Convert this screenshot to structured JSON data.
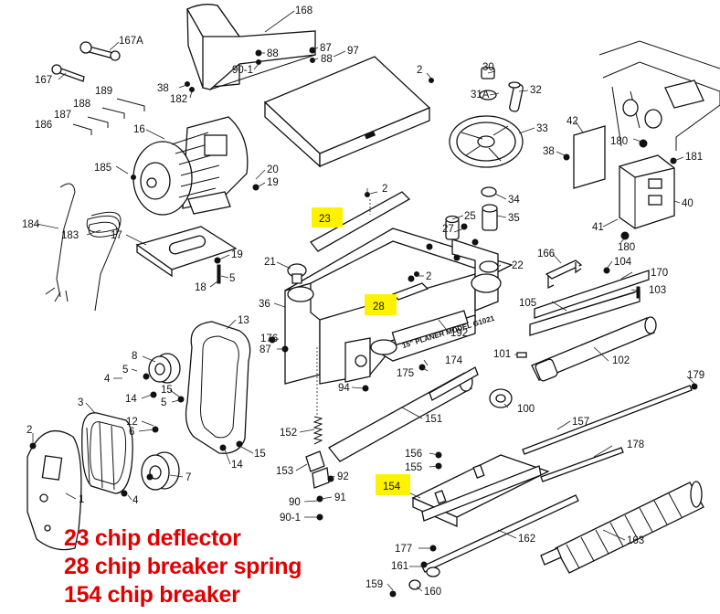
{
  "labels": {
    "p1": "1",
    "p2a": "2",
    "p2b": "2",
    "p2c": "2",
    "p2d": "2",
    "p3": "3",
    "p4a": "4",
    "p4b": "4",
    "p5a": "5",
    "p5b": "5",
    "p6": "6",
    "p7": "7",
    "p8": "8",
    "p12": "12",
    "p13": "13",
    "p14a": "14",
    "p14b": "14",
    "p15a": "15",
    "p15b": "15",
    "p16": "16",
    "p17": "17",
    "p18": "18",
    "p19a": "19",
    "p19b": "19",
    "p20": "20",
    "p21": "21",
    "p22": "22",
    "p23": "23",
    "p25": "25",
    "p27": "27",
    "p28": "28",
    "p30": "30",
    "p31a": "31A",
    "p32": "32",
    "p33": "33",
    "p34": "34",
    "p35": "35",
    "p36": "36",
    "p38a": "38",
    "p38b": "38",
    "p40": "40",
    "p41": "41",
    "p42": "42",
    "p87a": "87",
    "p87b": "87",
    "p88a": "88",
    "p88b": "88",
    "p90": "90",
    "p90_1a": "90-1",
    "p90_1b": "90-1",
    "p91": "91",
    "p92": "92",
    "p94": "94",
    "p97": "97",
    "p100": "100",
    "p101": "101",
    "p102": "102",
    "p103": "103",
    "p104": "104",
    "p105": "105",
    "p151": "151",
    "p152": "152",
    "p153": "153",
    "p154": "154",
    "p155": "155",
    "p156": "156",
    "p157": "157",
    "p159": "159",
    "p160": "160",
    "p161": "161",
    "p162": "162",
    "p163": "163",
    "p166": "166",
    "p167": "167",
    "p167a": "167A",
    "p168": "168",
    "p170": "170",
    "p174": "174",
    "p175": "175",
    "p176": "176",
    "p177": "177",
    "p178": "178",
    "p179": "179",
    "p180a": "180",
    "p180b": "180",
    "p181": "181",
    "p182": "182",
    "p183": "183",
    "p184": "184",
    "p185": "185",
    "p186": "186",
    "p187": "187",
    "p188": "188",
    "p189": "189",
    "p192": "192"
  },
  "plate_text": "15\" PLANER MODEL G1021",
  "legend": [
    "23 chip deflector",
    "28 chip breaker spring",
    "154 chip breaker"
  ],
  "highlight_color": "#fff200",
  "legend_color": "#e10000"
}
